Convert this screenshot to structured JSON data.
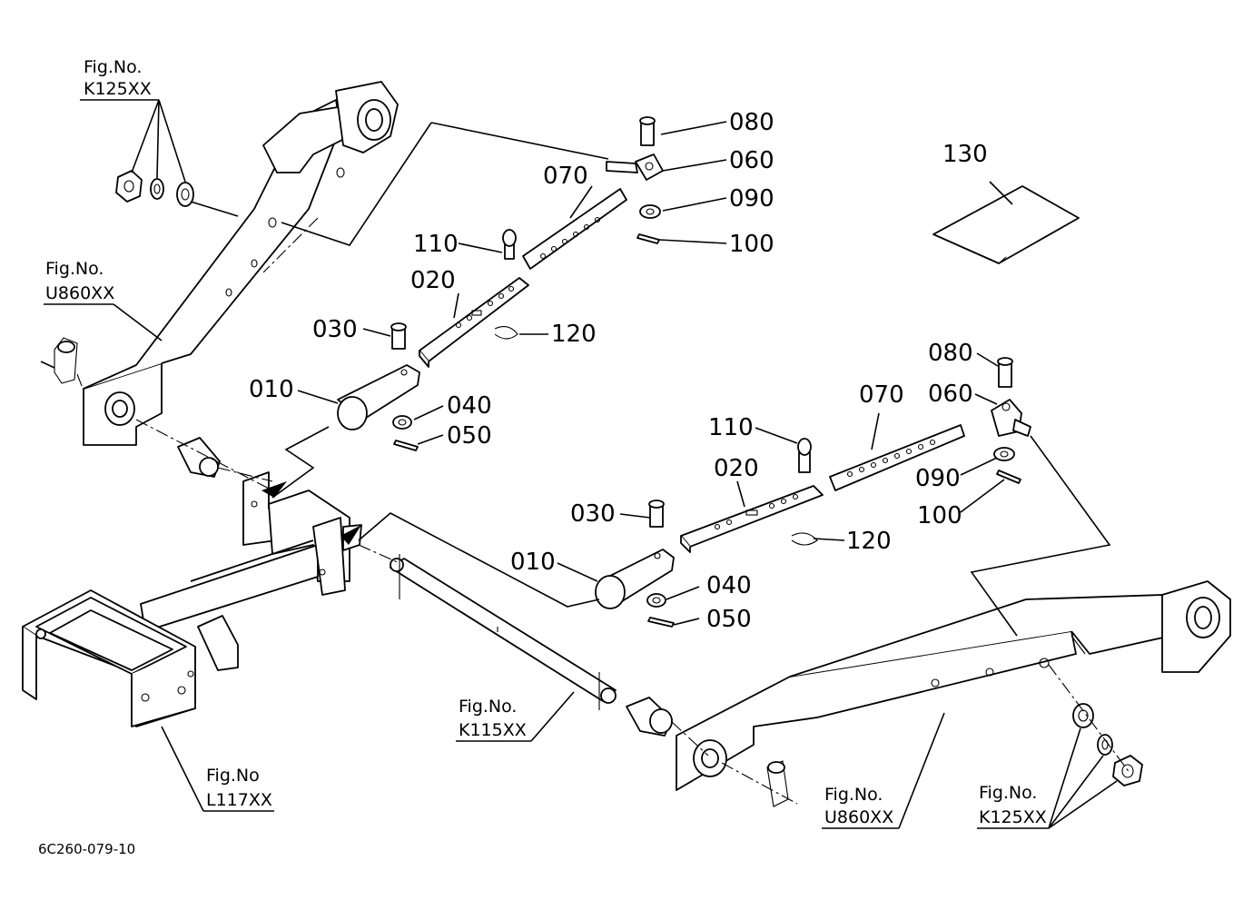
{
  "part_labels": {
    "left": {
      "p080": "080",
      "p060": "060",
      "p070": "070",
      "p090": "090",
      "p100": "100",
      "p110": "110",
      "p020": "020",
      "p120": "120",
      "p030": "030",
      "p010": "010",
      "p040": "040",
      "p050": "050"
    },
    "right": {
      "p080": "080",
      "p060": "060",
      "p070": "070",
      "p110": "110",
      "p020": "020",
      "p090": "090",
      "p100": "100",
      "p030": "030",
      "p120": "120",
      "p010": "010",
      "p040": "040",
      "p050": "050"
    },
    "p130": "130"
  },
  "figure_refs": {
    "k125_top": {
      "line1": "Fig.No.",
      "line2": "K125XX"
    },
    "u860_left": {
      "line1": "Fig.No.",
      "line2": "U860XX"
    },
    "k115": {
      "line1": "Fig.No.",
      "line2": "K115XX"
    },
    "l117": {
      "line1": "Fig.No",
      "line2": "L117XX"
    },
    "u860_right": {
      "line1": "Fig.No.",
      "line2": "U860XX"
    },
    "k125_bottom": {
      "line1": "Fig.No.",
      "line2": "K125XX"
    }
  },
  "drawing_code": "6C260-079-10"
}
